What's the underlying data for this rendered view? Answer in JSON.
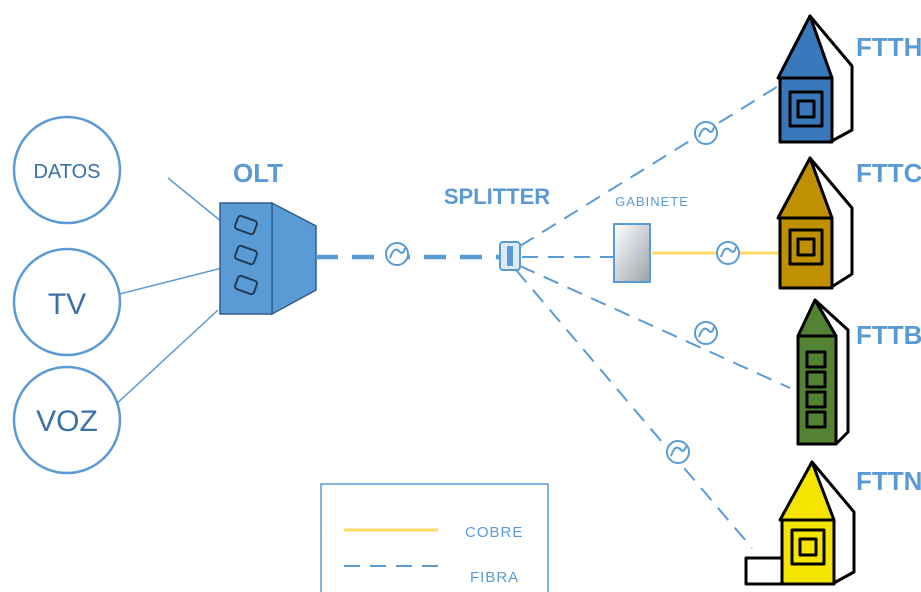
{
  "services": {
    "datos": "DATOS",
    "tv": "TV",
    "voz": "VOZ"
  },
  "olt_label": "OLT",
  "splitter_label": "SPLITTER",
  "gabinete_label": "GABINETE",
  "buildings": {
    "ftth": "FTTH",
    "fttc": "FTTC",
    "fttb": "FTTB",
    "fttn": "FTTN"
  },
  "legend": {
    "cobre": "COBRE",
    "fibra": "FIBRA"
  },
  "colors": {
    "fiber": "#5b9bd5",
    "copper": "#ffd966",
    "ftth": "#3a78bc",
    "fttc": "#bf9000",
    "fttb": "#548235",
    "fttn": "#f5e400"
  }
}
